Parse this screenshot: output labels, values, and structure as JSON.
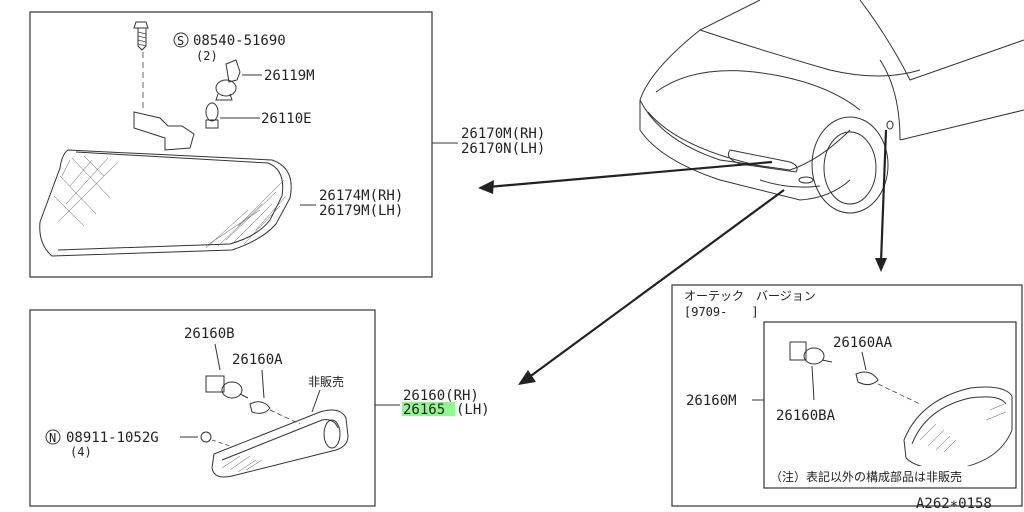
{
  "box1": {
    "screw_part": "08540-51690",
    "screw_qty": "(2)",
    "socket_part": "26119M",
    "bulb_part": "26110E",
    "assembly_rh": "26170M(RH)",
    "assembly_lh": "26170N(LH)",
    "lens_rh": "26174M(RH)",
    "lens_lh": "26179M(LH)"
  },
  "box2": {
    "socket_part": "26160B",
    "bulb_part": "26160A",
    "not_sold": "非販売",
    "assembly_rh": "26160(RH)",
    "assembly_lh_code": "26165",
    "assembly_lh_suffix": "(LH)",
    "nut_part": "08911-1052G",
    "nut_qty": "(4)"
  },
  "box3": {
    "version_title": "オーテック　バージョン",
    "version_date": "[9709-　　]",
    "bulb_part": "26160AA",
    "assembly_part": "26160M",
    "socket_part": "26160BA",
    "note": "（注）表記以外の構成部品は非販売"
  },
  "diagram_code": "A262∗0158",
  "icons": {
    "s_mark": "S",
    "n_mark": "N"
  },
  "colors": {
    "highlight": "#7CFC7C",
    "ink": "#222222"
  }
}
